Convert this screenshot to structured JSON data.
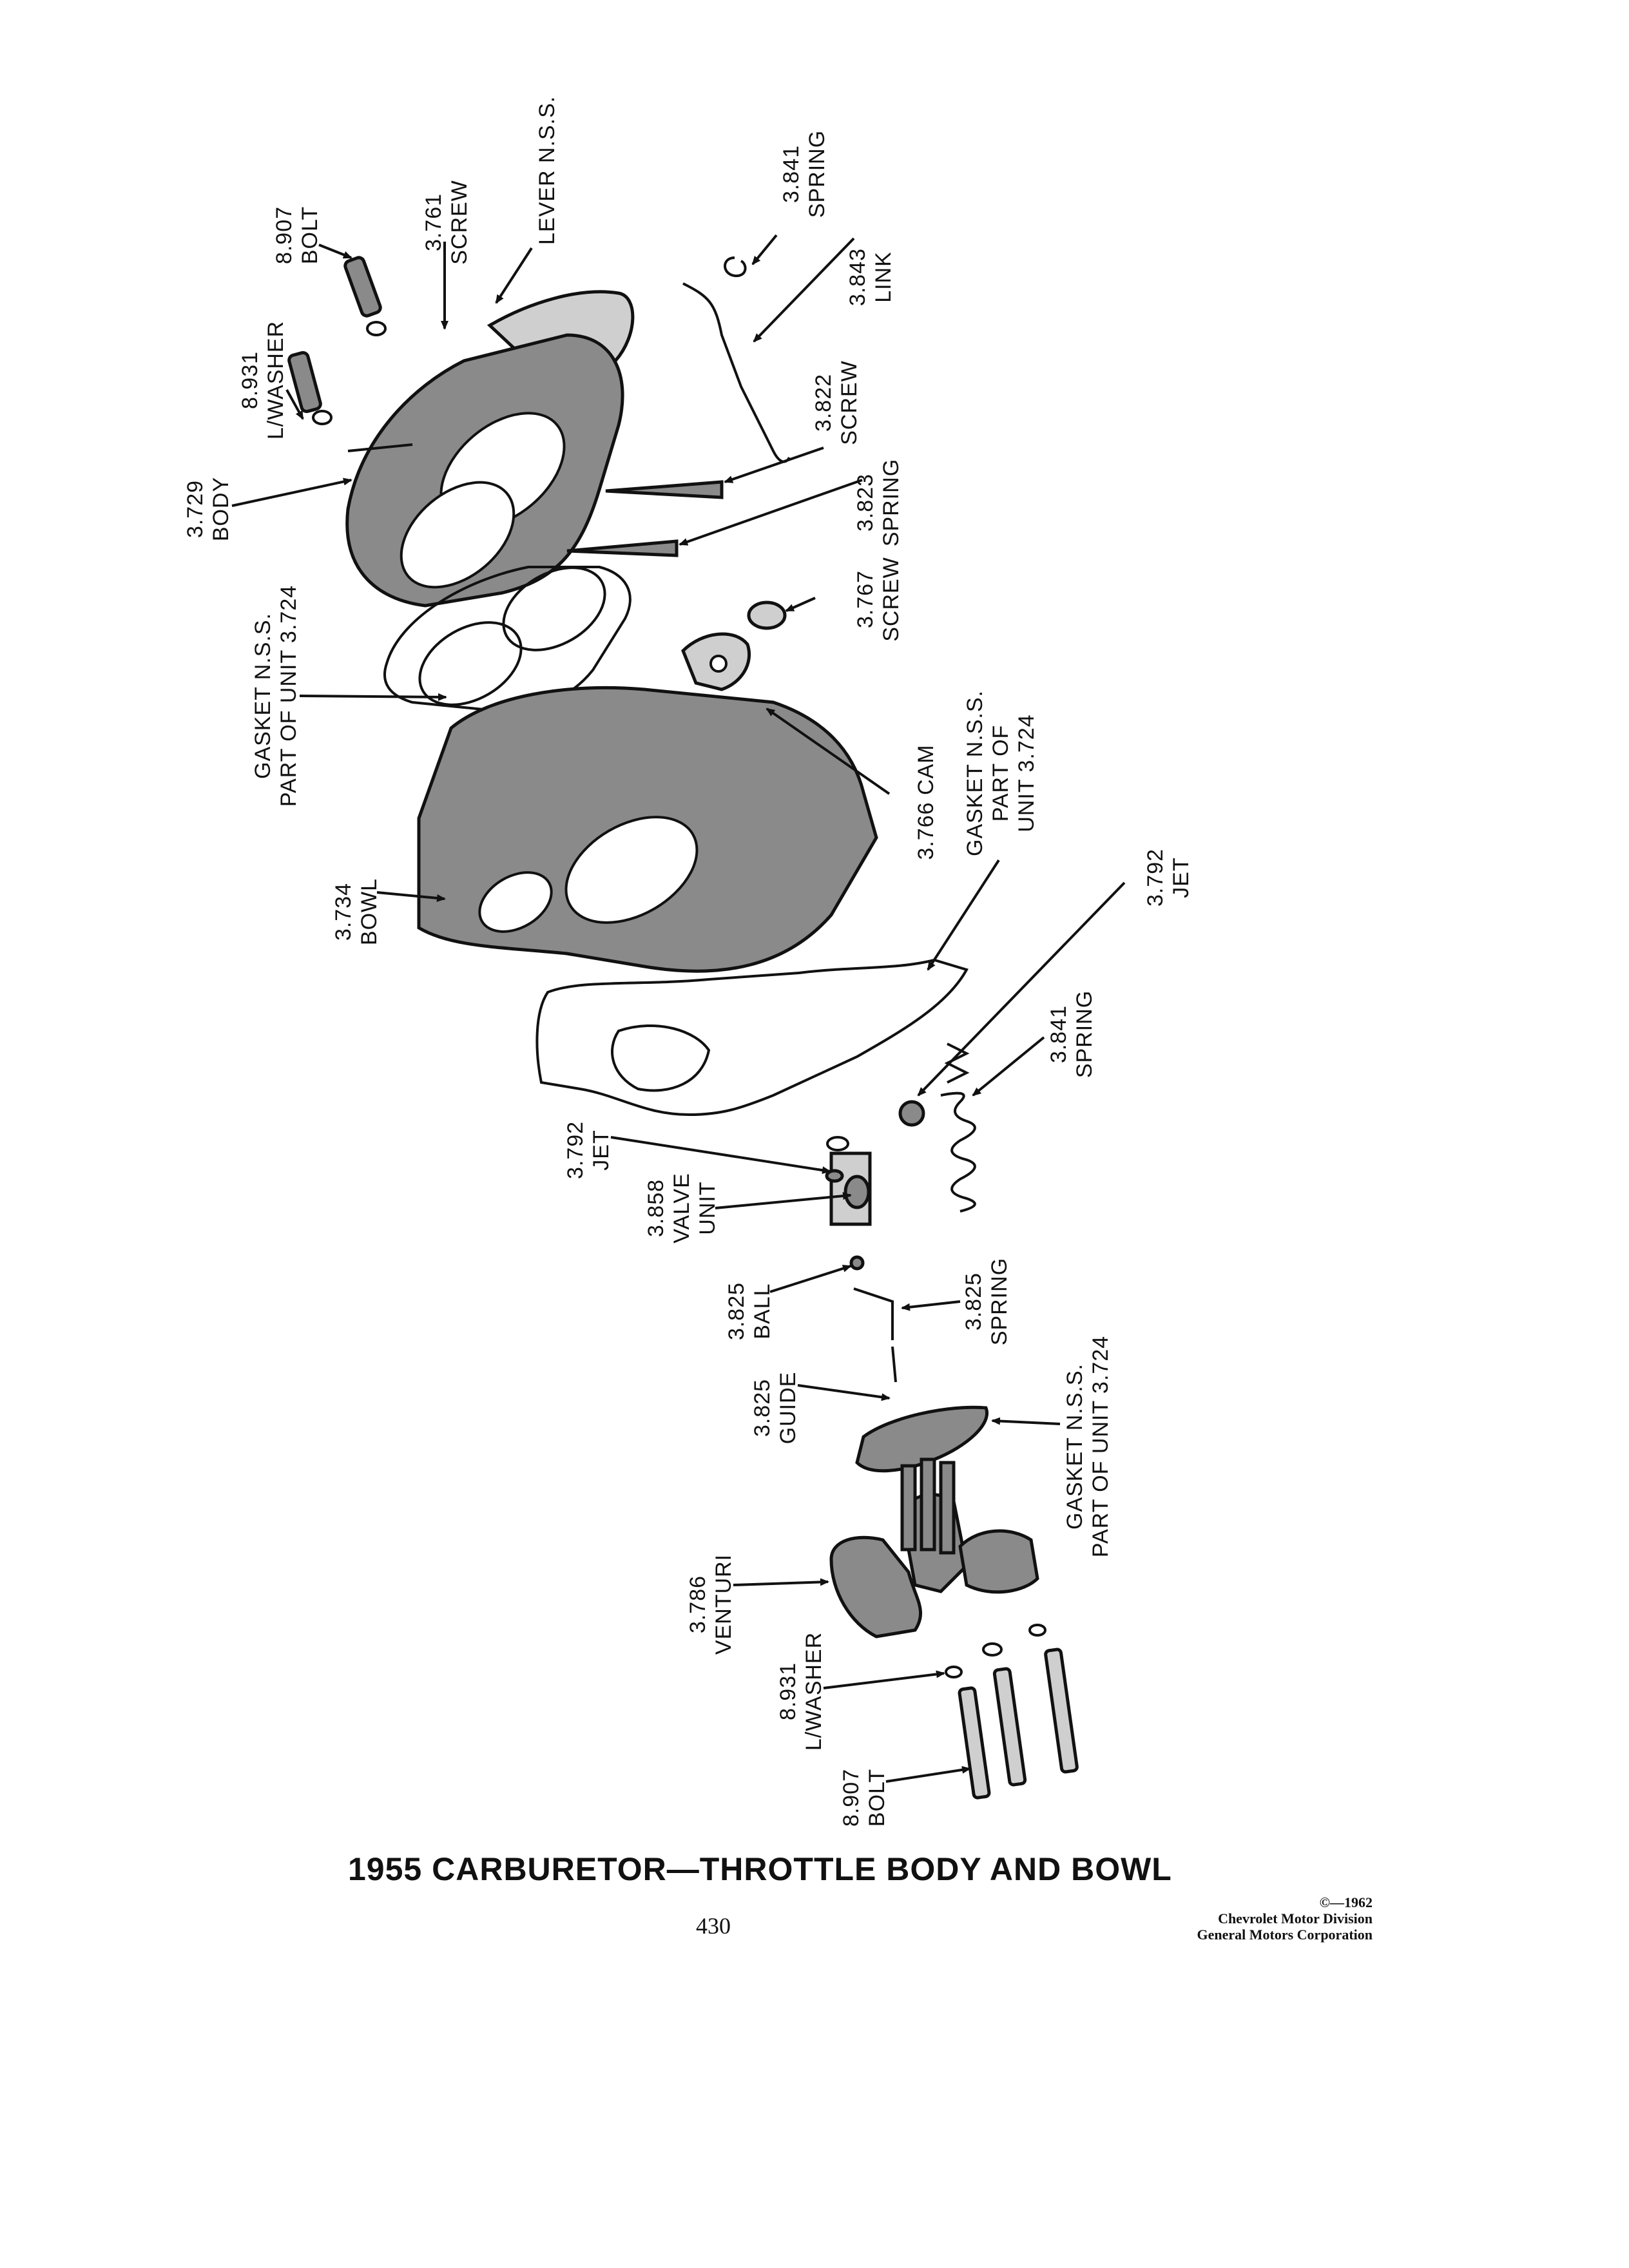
{
  "title": "1955 CARBURETOR—THROTTLE BODY AND BOWL",
  "page_number": "430",
  "copyright": {
    "year": "©—1962",
    "line1": "Chevrolet Motor Division",
    "line2": "General Motors Corporation"
  },
  "labels": {
    "lever": "LEVER N.S.S.",
    "screw_3761": [
      "3.761",
      "SCREW"
    ],
    "bolt_top": [
      "8.907",
      "BOLT"
    ],
    "washer_top": [
      "8.931",
      "L/WASHER"
    ],
    "spring_3841_top": [
      "3.841",
      "SPRING"
    ],
    "link": [
      "3.843",
      "LINK"
    ],
    "screw_3822": [
      "3.822",
      "SCREW"
    ],
    "spring_3823": [
      "3.823",
      "SPRING"
    ],
    "body": [
      "3.729",
      "BODY"
    ],
    "screw_3767": [
      "3.767",
      "SCREW"
    ],
    "gasket_top": [
      "GASKET N.S.S.",
      "PART OF UNIT 3.724"
    ],
    "cam": "3.766 CAM",
    "gasket_mid": [
      "GASKET N.S.S.",
      "PART OF",
      "UNIT 3.724"
    ],
    "bowl": [
      "3.734",
      "BOWL"
    ],
    "jet_right": [
      "3.792",
      "JET"
    ],
    "spring_3841_mid": [
      "3.841",
      "SPRING"
    ],
    "jet_left": [
      "3.792",
      "JET"
    ],
    "valve": [
      "3.858",
      "VALVE",
      "UNIT"
    ],
    "ball": [
      "3.825",
      "BALL"
    ],
    "spring_3825": [
      "3.825",
      "SPRING"
    ],
    "guide": [
      "3.825",
      "GUIDE"
    ],
    "gasket_bottom": [
      "GASKET N.S.S.",
      "PART OF UNIT 3.724"
    ],
    "venturi": [
      "3.786",
      "VENTURI"
    ],
    "washer_bottom": [
      "8.931",
      "L/WASHER"
    ],
    "bolt_bottom": [
      "8.907",
      "BOLT"
    ]
  }
}
